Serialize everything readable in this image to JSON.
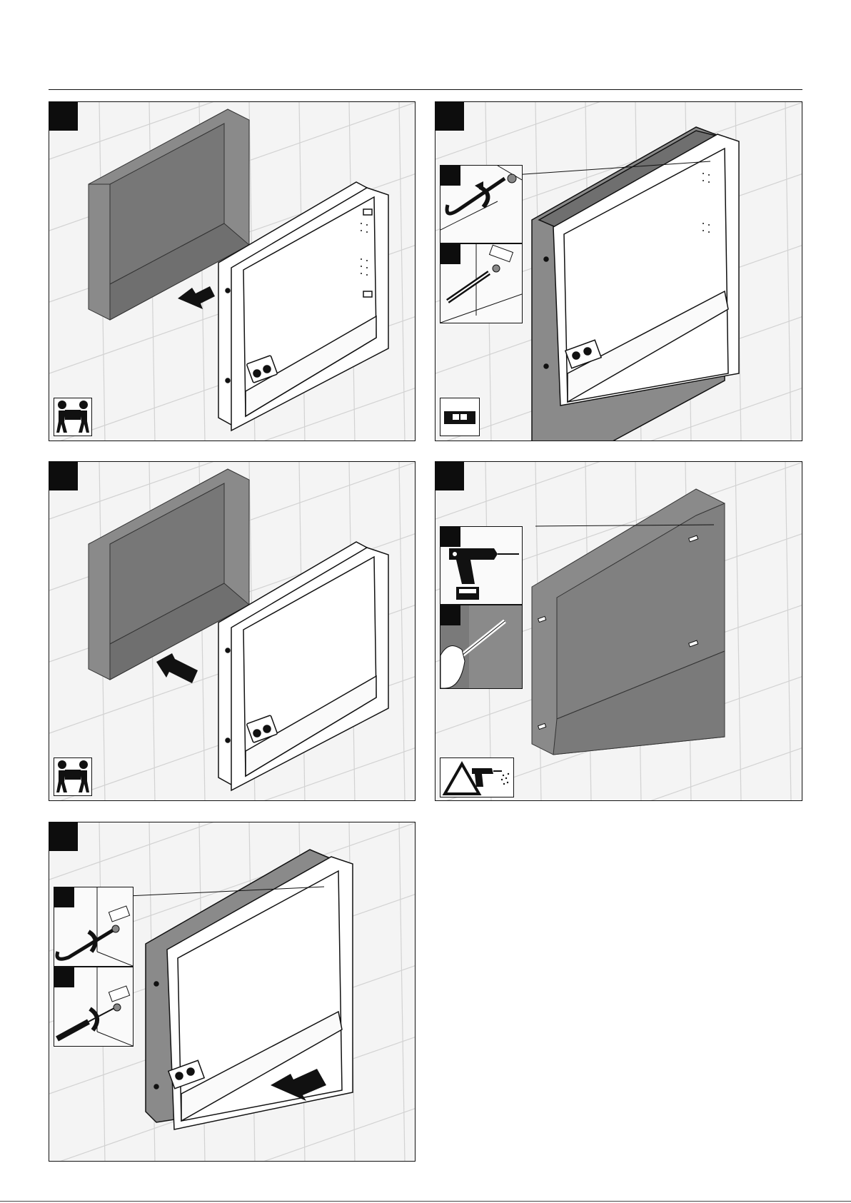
{
  "document": {
    "type": "installation instructions",
    "panel_count": 5
  },
  "steps": [
    {
      "id": "step-1",
      "number": "",
      "action": "insert-cabinet-into-wall-niche",
      "hint_icon": "two-person-lift-icon"
    },
    {
      "id": "step-2",
      "number": "",
      "action": "level-and-mark-mounting-points",
      "sub_steps": [
        "",
        ""
      ],
      "hint_icon": "spirit-level-icon"
    },
    {
      "id": "step-3",
      "number": "",
      "action": "remove-cabinet-from-niche",
      "hint_icon": "two-person-lift-icon"
    },
    {
      "id": "step-4",
      "number": "",
      "action": "drill-holes-and-insert-wall-plugs",
      "sub_steps": [
        "",
        ""
      ],
      "hint_icon": "drilling-dust-warning-icon"
    },
    {
      "id": "step-5",
      "number": "",
      "action": "reinsert-and-fasten-cabinet",
      "sub_steps": [
        "",
        ""
      ]
    }
  ],
  "colors": {
    "wall_niche": "#8a8a8a",
    "wall_niche_dark": "#6f6f6f",
    "grid_line": "#d2d2d2",
    "panel_bg": "#f4f4f4",
    "badge": "#0d0d0d",
    "line": "#111111"
  }
}
